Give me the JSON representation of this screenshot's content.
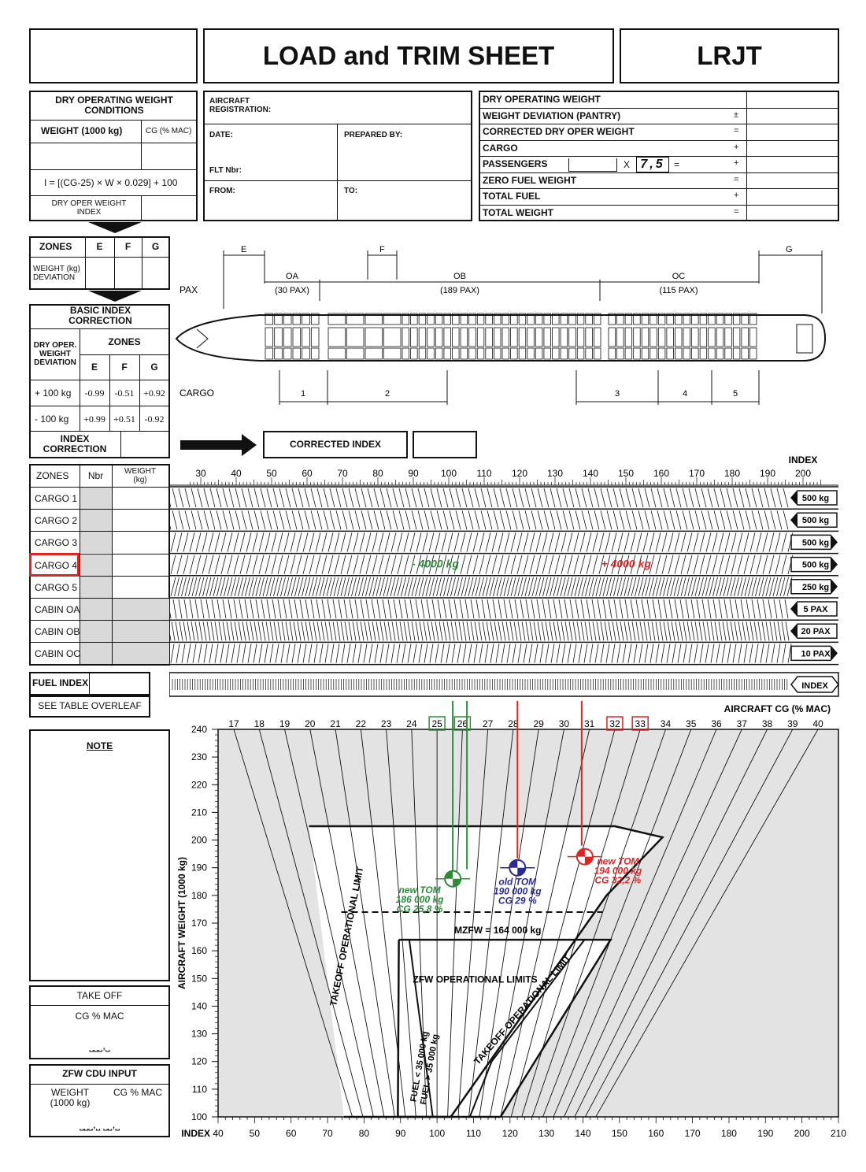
{
  "header": {
    "title": "LOAD and TRIM SHEET",
    "aircraft_type": "LRJT"
  },
  "dow_conditions": {
    "title": "DRY OPERATING WEIGHT CONDITIONS",
    "weight_label": "WEIGHT (1000 kg)",
    "cg_label": "CG (% MAC)",
    "formula": "I = [(CG-25) × W × 0.029] + 100",
    "index_label": "DRY OPER WEIGHT INDEX"
  },
  "flight_info": {
    "registration_label": "AIRCRAFT REGISTRATION:",
    "date_label": "DATE:",
    "prepared_by_label": "PREPARED BY:",
    "flt_label": "FLT Nbr:",
    "from_label": "FROM:",
    "to_label": "TO:"
  },
  "weight_summary": [
    {
      "label": "DRY OPERATING WEIGHT",
      "sign": ""
    },
    {
      "label": "WEIGHT DEVIATION (PANTRY)",
      "sign": "±"
    },
    {
      "label": "CORRECTED DRY OPER WEIGHT",
      "sign": "="
    },
    {
      "label": "CARGO",
      "sign": "+"
    },
    {
      "label": "PASSENGERS",
      "sign": "+"
    },
    {
      "label": "ZERO FUEL WEIGHT",
      "sign": "="
    },
    {
      "label": "TOTAL FUEL",
      "sign": "+"
    },
    {
      "label": "TOTAL WEIGHT",
      "sign": "="
    }
  ],
  "passenger_calc": {
    "multiplier_sign": "X",
    "multiplier": "7,5",
    "equals": "="
  },
  "zones_deviation": {
    "zones_label": "ZONES",
    "zones": [
      "E",
      "F",
      "G"
    ],
    "weight_dev_label": "WEIGHT (kg) DEVIATION"
  },
  "basic_index_correction": {
    "title": "BASIC INDEX CORRECTION",
    "dow_dev_label": "DRY OPER. WEIGHT DEVIATION",
    "zones_label": "ZONES",
    "zones": [
      "E",
      "F",
      "G"
    ],
    "rows": [
      {
        "label": "+ 100 kg",
        "values": [
          "-0.99",
          "-0.51",
          "+0.92"
        ]
      },
      {
        "label": "- 100 kg",
        "values": [
          "+0.99",
          "+0.51",
          "-0.92"
        ]
      }
    ],
    "index_correction_label": "INDEX CORRECTION"
  },
  "corrected_index_label": "CORRECTED INDEX",
  "aircraft_diagram": {
    "pax_label": "PAX",
    "cargo_label": "CARGO",
    "zone_e": "E",
    "zone_f": "F",
    "zone_g": "G",
    "sections": [
      {
        "name": "OA",
        "pax": "(30 PAX)"
      },
      {
        "name": "OB",
        "pax": "(189 PAX)"
      },
      {
        "name": "OC",
        "pax": "(115 PAX)"
      }
    ],
    "holds": [
      "1",
      "2",
      "3",
      "4",
      "5"
    ]
  },
  "load_table": {
    "headers": [
      "ZONES",
      "Nbr",
      "WEIGHT (kg)"
    ],
    "rows": [
      "CARGO 1",
      "CARGO 2",
      "CARGO 3",
      "CARGO 4",
      "CARGO 5",
      "CABIN OA",
      "CABIN OB",
      "CABIN OC"
    ],
    "highlighted_row": "CARGO 4",
    "units": [
      "500 kg",
      "500 kg",
      "500 kg",
      "500 kg",
      "250 kg",
      "5 PAX",
      "20 PAX",
      "10 PAX"
    ],
    "unit_directions": [
      "left",
      "left",
      "right",
      "right",
      "right",
      "left",
      "left",
      "right"
    ],
    "fuel_index_label": "FUEL INDEX",
    "index_tag": "INDEX",
    "see_table": "SEE TABLE OVERLEAF"
  },
  "index_scale": {
    "label": "INDEX",
    "ticks": [
      30,
      40,
      50,
      60,
      70,
      80,
      90,
      100,
      110,
      120,
      130,
      140,
      150,
      160,
      170,
      180,
      190,
      200
    ]
  },
  "annotations": {
    "minus": "- 4000 kg",
    "plus": "+ 4000 kg"
  },
  "colors": {
    "green": "#2e8b3a",
    "red": "#e02424",
    "blue": "#2a2a90",
    "envelope_gray": "#e3e3e3"
  },
  "note_label": "NOTE",
  "takeoff_box": {
    "title": "TAKE OFF",
    "cg_label": "CG % MAC",
    "field": "⎵⎵⎵,⎵"
  },
  "zfw_box": {
    "title": "ZFW CDU INPUT",
    "weight_label": "WEIGHT (1000 kg)",
    "cg_label": "CG % MAC",
    "field": "⎵⎵⎵,⎵  ⎵⎵,⎵"
  },
  "chart_data": {
    "type": "scatter",
    "title": "AIRCRAFT CG (% MAC)",
    "xlabel": "INDEX",
    "ylabel": "AIRCRAFT WEIGHT (1000 kg)",
    "xlim": [
      40,
      210
    ],
    "ylim": [
      100,
      240
    ],
    "x_ticks": [
      40,
      50,
      60,
      70,
      80,
      90,
      100,
      110,
      120,
      130,
      140,
      150,
      160,
      170,
      180,
      190,
      200,
      210
    ],
    "y_ticks": [
      100,
      110,
      120,
      130,
      140,
      150,
      160,
      170,
      180,
      190,
      200,
      210,
      220,
      230,
      240
    ],
    "cg_ticks": [
      17,
      18,
      19,
      20,
      21,
      22,
      23,
      24,
      25,
      26,
      27,
      28,
      29,
      30,
      31,
      32,
      33,
      34,
      35,
      36,
      37,
      38,
      39,
      40
    ],
    "highlighted_cg": {
      "green": [
        25,
        26
      ],
      "red": [
        32,
        33
      ]
    },
    "mzfw_label": "MZFW = 164 000 kg",
    "mzfw": 164,
    "mtow_dashed": 174,
    "envelope_labels": [
      "TAKEOFF OPERATIONAL LIMIT",
      "ZFW OPERATIONAL LIMITS",
      "FUEL < 35 000 kg",
      "FUEL > 35 000 kg",
      "TAKEOFF OPERATIONAL LIMIT"
    ],
    "points": [
      {
        "name": "old TOM",
        "weight_label": "190 000 kg",
        "cg_label": "CG 29 %",
        "weight": 190,
        "cg": 29
      },
      {
        "name": "new TOM",
        "weight_label": "186 000 kg",
        "cg_label": "CG 25,8 %",
        "weight": 186,
        "cg": 25.8
      },
      {
        "name": "new TOM",
        "weight_label": "194 000 kg",
        "cg_label": "CG 32,2 %",
        "weight": 194,
        "cg": 32.2
      }
    ]
  }
}
